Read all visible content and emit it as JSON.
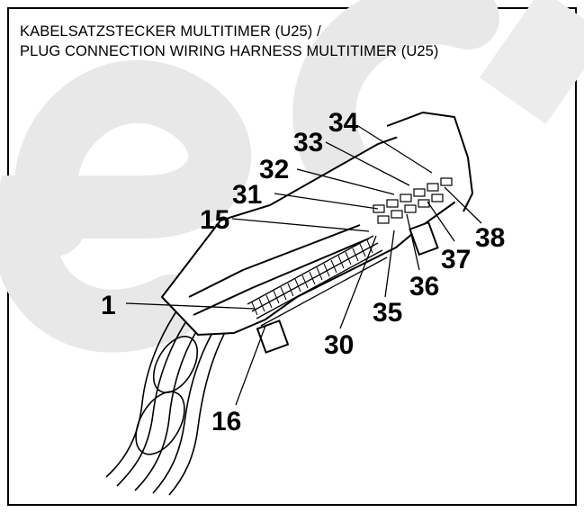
{
  "header": {
    "title_de": "KABELSATZSTECKER MULTITIMER (U25) /",
    "title_en": "PLUG CONNECTION WIRING HARNESS MULTITIMER (U25)"
  },
  "watermark": {
    "text": "ecu",
    "color": "#e6e6e6"
  },
  "pin_labels": {
    "p1": "1",
    "p15": "15",
    "p16": "16",
    "p30": "30",
    "p31": "31",
    "p32": "32",
    "p33": "33",
    "p34": "34",
    "p35": "35",
    "p36": "36",
    "p37": "37",
    "p38": "38"
  }
}
